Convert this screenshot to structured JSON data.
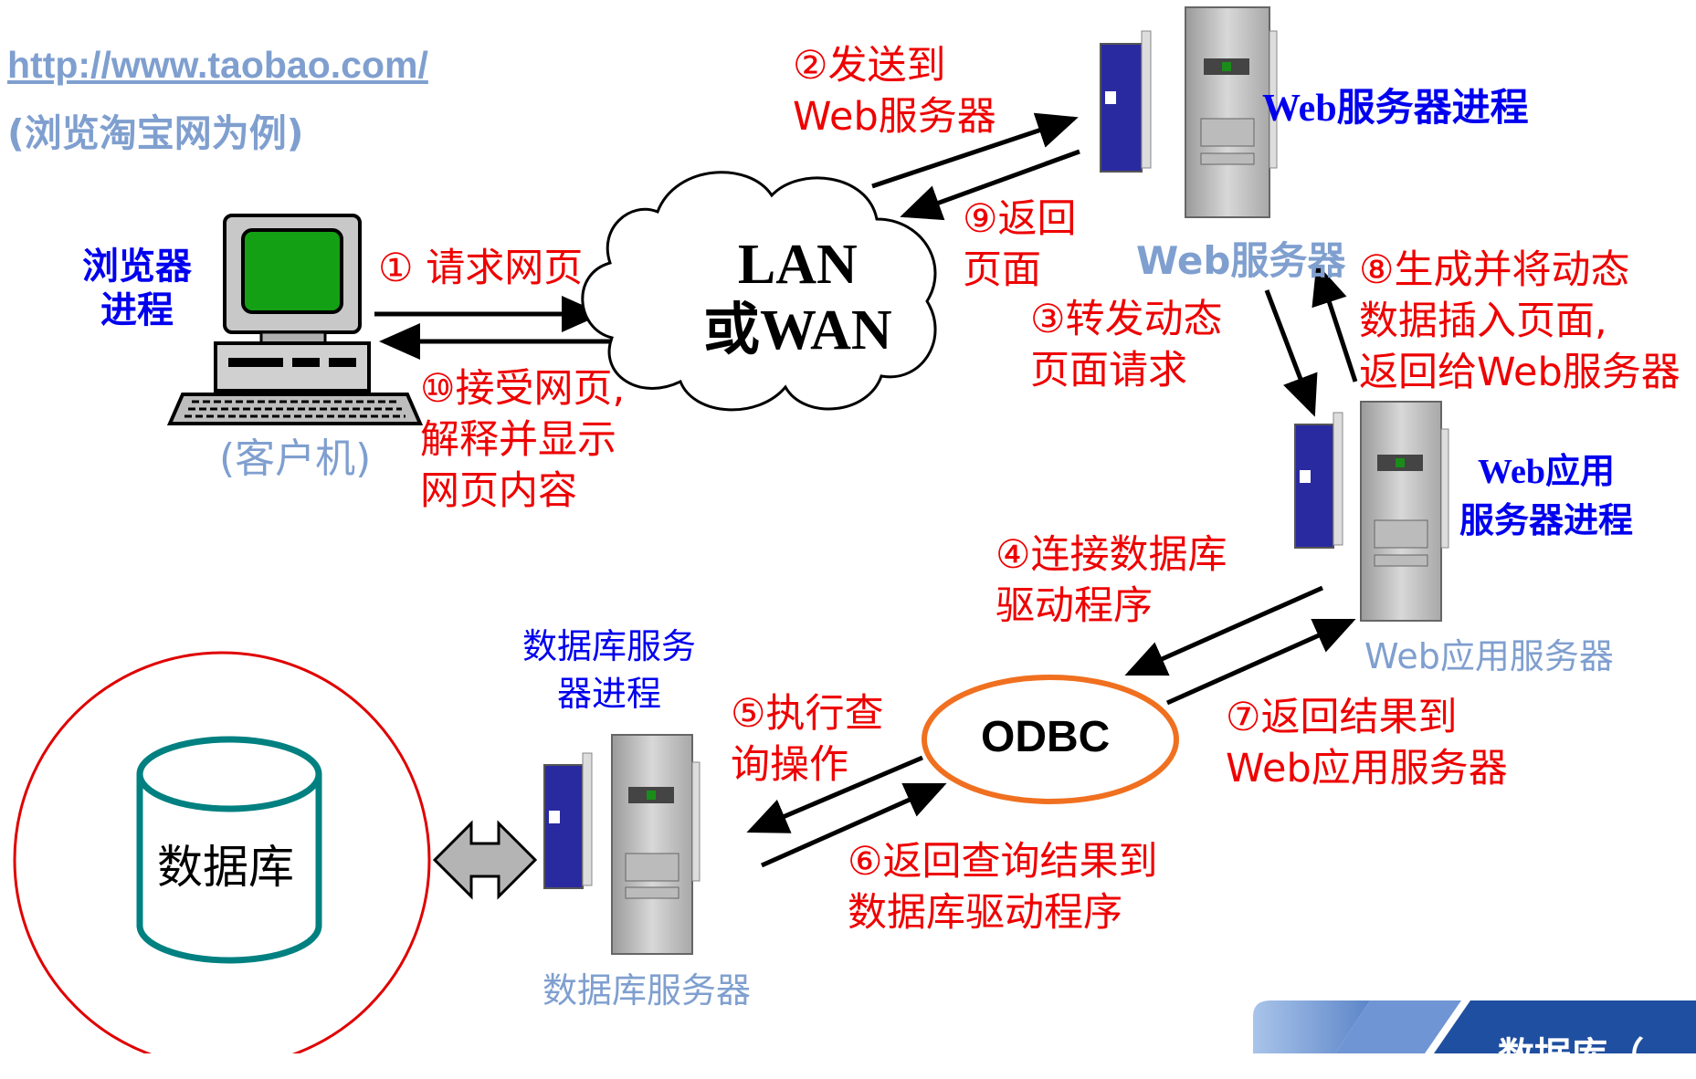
{
  "header": {
    "url": "http://www.taobao.com/",
    "url_note": "(浏览淘宝网为例)"
  },
  "client": {
    "process_label_1": "浏览器",
    "process_label_2": "进程",
    "machine_label": "(客户机)"
  },
  "network": {
    "line1": "LAN",
    "line2": "或WAN"
  },
  "web_server": {
    "process_label": "Web服务器进程",
    "machine_label": "Web服务器"
  },
  "app_server": {
    "process_label_1": "Web应用",
    "process_label_2": "服务器进程",
    "machine_label": "Web应用服务器"
  },
  "db_server": {
    "process_label_1": "数据库服务",
    "process_label_2": "器进程",
    "machine_label": "数据库服务器"
  },
  "odbc": {
    "label": "ODBC"
  },
  "database": {
    "label": "数据库"
  },
  "steps": {
    "s1": "① 请求网页",
    "s2_line1": "②发送到",
    "s2_line2": "Web服务器",
    "s3_line1": "③转发动态",
    "s3_line2": "页面请求",
    "s4_line1": "④连接数据库",
    "s4_line2": "驱动程序",
    "s5_line1": "⑤执行查",
    "s5_line2": "询操作",
    "s6_line1": "⑥返回查询结果到",
    "s6_line2": "数据库驱动程序",
    "s7_line1": "⑦返回结果到",
    "s7_line2": "Web应用服务器",
    "s8_line1": "⑧生成并将动态",
    "s8_line2": "数据插入页面,",
    "s8_line3": "返回给Web服务器",
    "s9_line1": "⑨返回",
    "s9_line2": "页面",
    "s10_line1": "⑩接受网页,",
    "s10_line2": "解释并显示",
    "s10_line3": "网页内容"
  },
  "banner": {
    "label": "数据库（"
  },
  "colors": {
    "step_text": "#ee0000",
    "process_text": "#0000ee",
    "machine_text": "#7f9fcf",
    "odbc_border": "#f07020",
    "db_circle": "#e00000",
    "db_cylinder": "#008080",
    "banner": "#1f4fa0"
  }
}
